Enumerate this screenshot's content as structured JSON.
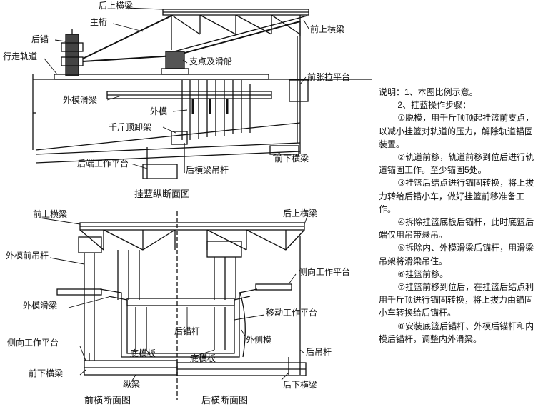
{
  "top_view": {
    "title": "挂蓝纵断面图",
    "labels": {
      "rear_upper_beam": "后上横梁",
      "main_truss": "主桁",
      "rear_anchor": "后锚",
      "walking_track": "行走轨道",
      "front_upper_beam": "前上横梁",
      "pivot_slide": "支点及滑船",
      "front_tension_platform": "前张拉平台",
      "outer_form_slide_beam": "外模滑梁",
      "outer_form": "外模",
      "jack_unloader": "千斤顶卸架",
      "front_lower_beam": "前下横梁",
      "rear_work_platform": "后端工作平台",
      "rear_beam_hanger": "后横梁吊杆"
    }
  },
  "bottom_view": {
    "titles": {
      "front": "前横断面图",
      "rear": "后横断面图"
    },
    "labels": {
      "front_upper_beam": "前上横梁",
      "rear_upper_beam": "后上横梁",
      "outer_form_front_hanger": "外模前吊杆",
      "lateral_platform_right": "侧向工作平台",
      "outer_form_slide_beam": "外模滑梁",
      "mobile_platform": "移动工作平台",
      "rear_anchor_rod": "后锚杆",
      "outer_side_form": "外侧模",
      "lateral_platform_left": "侧向工作平台",
      "bottom_form_left": "底模板",
      "bottom_form_right": "底模板",
      "rear_hanger": "后吊杆",
      "front_lower_beam": "前下横梁",
      "longitudinal_beam": "纵梁",
      "rear_lower_beam": "后下横梁"
    }
  },
  "notes": {
    "heading": "说明：1、本图比例示意。",
    "step_title": "2、挂蓝操作步骤：",
    "steps": [
      "①脱模，用千斤顶顶起挂篮前支点，以减小挂篮对轨道的压力，解除轨道锚固装置。",
      "②轨道前移，轨道前移到位后进行轨道锚固工作。至少锚固5处。",
      "③挂篮后结点进行锚固转换，将上拔力转给后锚小车，做好挂篮前移准备工作。",
      "④拆除挂篮底板后锚杆，此时底篮后端仅用吊带悬吊。",
      "⑤拆除内、外模滑梁后锚杆，用滑梁吊架将滑梁吊住。",
      "⑥挂篮前移。",
      "⑦挂篮前移到位后，在挂篮后结点利用千斤顶进行锚固转换，将上拔力由锚固小车转换给后锚杆。",
      "⑧安装底篮后锚杆、外模后锚杆和内模后锚杆，调整内外滑梁。"
    ]
  }
}
